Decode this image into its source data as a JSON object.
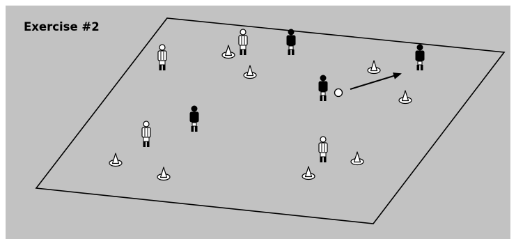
{
  "title": "Exercise #2",
  "colors": {
    "background": "#c2c2c2",
    "border": "#ffffff",
    "lines": "#000000",
    "team_dark": "#000000",
    "team_light": "#ffffff"
  },
  "players": [
    {
      "team": "light",
      "icon": "player-light-icon"
    },
    {
      "team": "light",
      "icon": "player-light-icon"
    },
    {
      "team": "dark",
      "icon": "player-dark-icon"
    },
    {
      "team": "dark",
      "icon": "player-dark-icon"
    },
    {
      "team": "dark",
      "icon": "player-dark-icon"
    },
    {
      "team": "dark",
      "icon": "player-dark-icon"
    },
    {
      "team": "light",
      "icon": "player-light-icon"
    },
    {
      "team": "light",
      "icon": "player-light-icon"
    }
  ],
  "cone_icon": "cone-icon",
  "ball_icon": "ball-icon",
  "arrow_icon": "pass-arrow-icon"
}
